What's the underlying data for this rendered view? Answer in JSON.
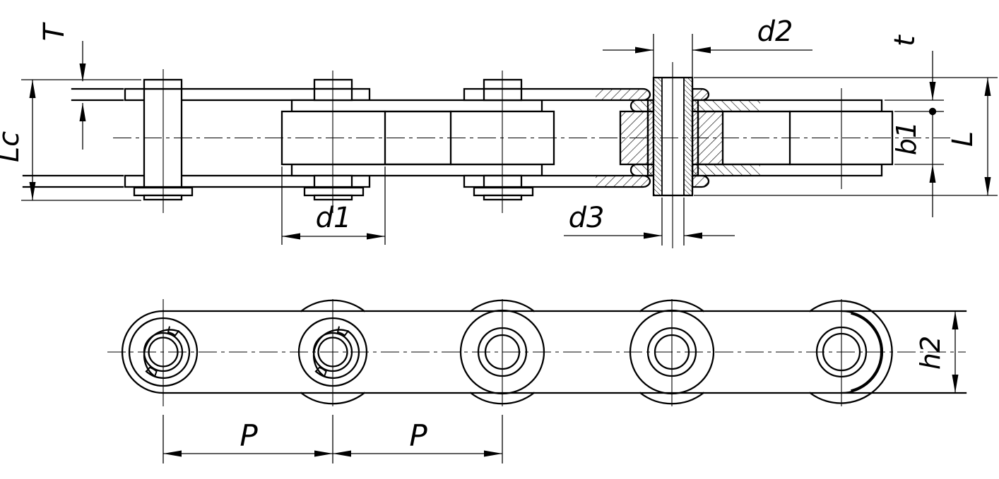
{
  "drawing": {
    "title_semantic": "long-pitch roller chain two-view engineering drawing",
    "background_color": "#ffffff",
    "line_color": "#000000",
    "views": {
      "side_section_view": "chain side elevation with local section at fourth joint",
      "plan_view": "chain plan view with pin and clip details"
    },
    "dimensions": {
      "T": {
        "label": "T",
        "meaning": "outer plate thickness"
      },
      "Lc": {
        "label": "Lc",
        "meaning": "pin length over rivets"
      },
      "d1": {
        "label": "d1",
        "meaning": "roller diameter"
      },
      "d2": {
        "label": "d2",
        "meaning": "pin diameter"
      },
      "d3": {
        "label": "d3",
        "meaning": "hollow pin bore diameter"
      },
      "t": {
        "label": "t",
        "meaning": "inner plate thickness"
      },
      "b1": {
        "label": "b1",
        "meaning": "width between inner plates"
      },
      "L": {
        "label": "L",
        "meaning": "pin length"
      },
      "h2": {
        "label": "h2",
        "meaning": "plate height"
      },
      "P1": {
        "label": "P",
        "meaning": "chain pitch"
      },
      "P2": {
        "label": "P",
        "meaning": "chain pitch"
      }
    }
  }
}
